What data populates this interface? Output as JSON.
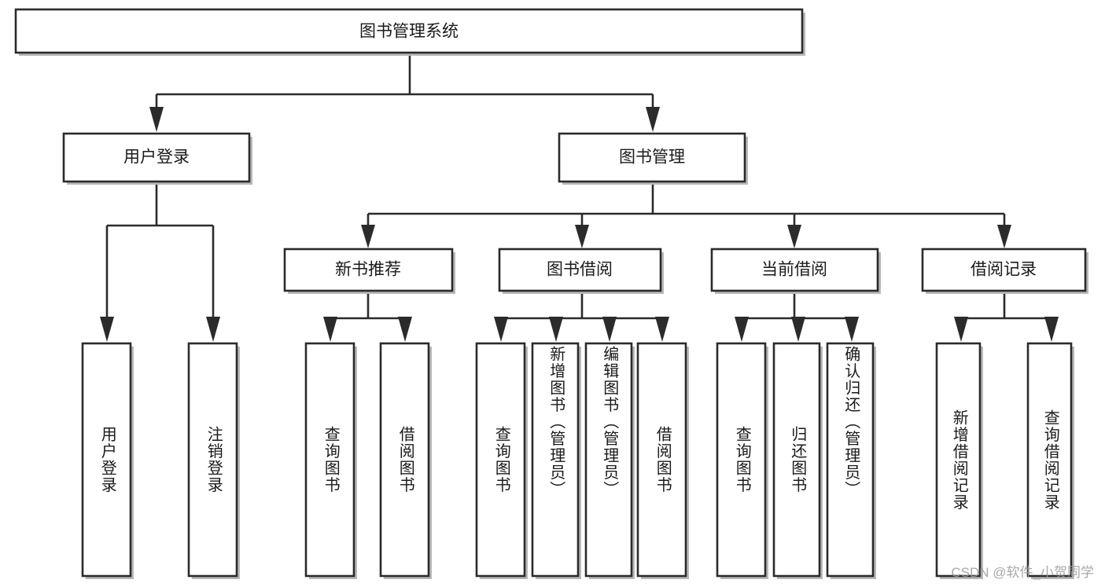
{
  "diagram": {
    "type": "hierarchy-tree",
    "title": "图书管理系统",
    "watermark": "CSDN @软件_小贺同学",
    "colors": {
      "box_stroke": "#2b2b2b",
      "box_fill": "#ffffff",
      "text": "#1a1a1a",
      "shadow": "#b8b8b8",
      "watermark": "#9a9a9a",
      "background": "#ffffff"
    },
    "root": {
      "label": "图书管理系统"
    },
    "level2": [
      {
        "label": "用户登录"
      },
      {
        "label": "图书管理"
      }
    ],
    "level3": [
      {
        "label": "新书推荐"
      },
      {
        "label": "图书借阅"
      },
      {
        "label": "当前借阅"
      },
      {
        "label": "借阅记录"
      }
    ],
    "leaves_user_login": [
      {
        "label": "用户登录"
      },
      {
        "label": "注销登录"
      }
    ],
    "leaves_new_book": [
      {
        "label": "查询图书"
      },
      {
        "label": "借阅图书"
      }
    ],
    "leaves_borrow": [
      {
        "label": "查询图书"
      },
      {
        "label": "新增图书（管理员）"
      },
      {
        "label": "编辑图书（管理员）"
      },
      {
        "label": "借阅图书"
      }
    ],
    "leaves_current": [
      {
        "label": "查询图书"
      },
      {
        "label": "归还图书"
      },
      {
        "label": "确认归还（管理员）"
      }
    ],
    "leaves_record": [
      {
        "label": "新增借阅记录"
      },
      {
        "label": "查询借阅记录"
      }
    ]
  }
}
